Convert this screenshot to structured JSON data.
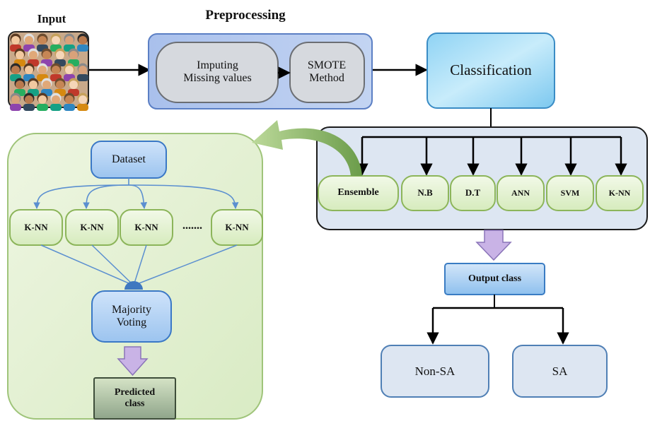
{
  "input": {
    "title": "Input"
  },
  "preprocessing": {
    "title": "Preprocessing",
    "step1": "Imputing\nMissing values",
    "step2": "SMOTE\nMethod"
  },
  "classification": {
    "title": "Classification",
    "classifiers": [
      "Ensemble",
      "N.B",
      "D.T",
      "ANN",
      "SVM",
      "K-NN"
    ]
  },
  "output": {
    "title": "Output class",
    "classes": [
      "Non-SA",
      "SA"
    ]
  },
  "ensemble_detail": {
    "dataset": "Dataset",
    "learners": [
      "K-NN",
      "K-NN",
      "K-NN",
      "K-NN"
    ],
    "ellipsis": ".......",
    "voting": "Majority\nVoting",
    "result": "Predicted\nclass"
  },
  "colors": {
    "preprocess_fill": "#b4c9ee",
    "preprocess_border": "#5b7fc4",
    "classification_fill": "#aee0f7",
    "classifier_panel_fill": "#dde6f2",
    "node_green_fill": "#e6f2d2",
    "node_green_border": "#8cb55a",
    "detail_panel_fill": "#e3f0d2",
    "output_fill": "#dbe6f3",
    "arrow_purple": "#c9b3e6"
  }
}
